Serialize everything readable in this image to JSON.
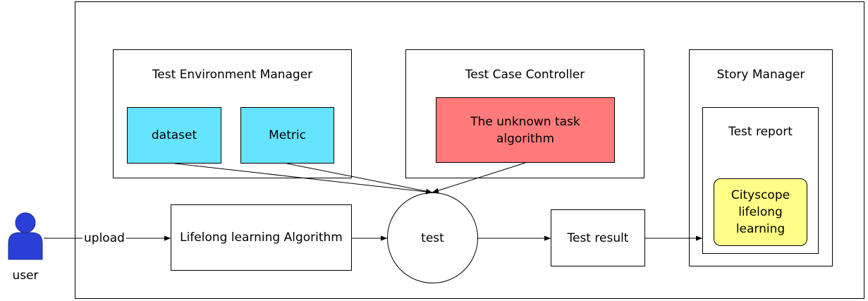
{
  "test_environment_manager": {
    "title": "Test Environment Manager",
    "dataset_label": "dataset",
    "metric_label": "Metric"
  },
  "test_case_controller": {
    "title": "Test Case Controller",
    "unknown_task_label": "The unknown task algorithm"
  },
  "story_manager": {
    "title": "Story Manager",
    "test_report_title": "Test report",
    "cityscope_label": "Cityscope lifelong learning"
  },
  "flow": {
    "user_label": "user",
    "upload_label": "upload",
    "algorithm_label": "Lifelong learning Algorithm",
    "test_label": "test",
    "test_result_label": "Test result"
  },
  "colors": {
    "cyan": "#66e3ff",
    "red": "#ff7b7b",
    "yellow": "#ffff88",
    "user_blue": "#2a3fd6"
  }
}
